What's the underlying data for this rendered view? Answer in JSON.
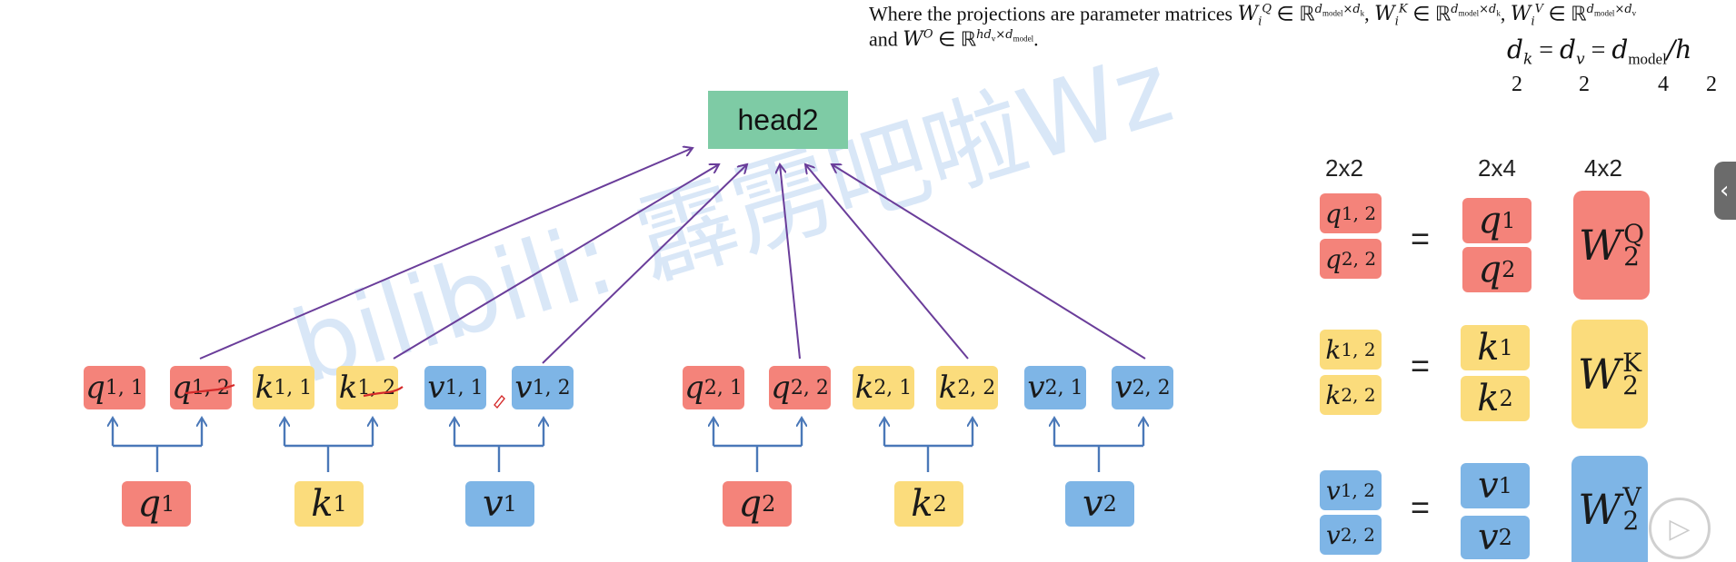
{
  "paper": {
    "line1_lead": "Where the projections are parameter matrices ",
    "line1_wq": "W",
    "line1_wq_sub": "i",
    "line1_wq_sup": "Q",
    "line1_in": " ∈ ℝ",
    "line1_dim_q": "d",
    "line1_dim_q_sub": "model",
    "line1_dim_q_tail": "×d",
    "line1_dim_q_tail_sub": "k",
    "line1_sep1": ", ",
    "line1_wk": "W",
    "line1_wk_sub": "i",
    "line1_wk_sup": "K",
    "line1_in2": " ∈ ℝ",
    "line1_dim_k": "d",
    "line1_dim_k_sub": "model",
    "line1_dim_k_tail": "×d",
    "line1_dim_k_tail_sub": "k",
    "line1_sep2": ", ",
    "line1_wv": "W",
    "line1_wv_sub": "i",
    "line1_wv_sup": "V",
    "line1_in3": " ∈ ℝ",
    "line1_dim_v": "d",
    "line1_dim_v_sub": "model",
    "line1_dim_v_tail": "×d",
    "line1_dim_v_tail_sub": "v",
    "line2_lead": "and ",
    "line2_wo": "W",
    "line2_wo_sup": "O",
    "line2_in": " ∈ ℝ",
    "line2_dim": "hd",
    "line2_dim_sub": "v",
    "line2_dim_tail": "×d",
    "line2_dim_tail_sub": "model",
    "line2_end": ".",
    "formula_dk": "d",
    "formula_dk_sub": "k",
    "formula_eq1": "=",
    "formula_dv": "d",
    "formula_dv_sub": "v",
    "formula_eq2": "=",
    "formula_dm": "d",
    "formula_dm_sub": "model",
    "formula_div": "/h",
    "val_dk": "2",
    "val_dv": "2",
    "val_dm": "4",
    "val_h": "2"
  },
  "head": {
    "label": "head2"
  },
  "watermark": "bilibili: 霹雳吧啦Wz",
  "colors": {
    "q": "#f4837a",
    "k": "#fbdc7c",
    "v": "#7eb5e6",
    "head": "#7ecba5",
    "arrow": "#6a3d9a",
    "split": "#4a78b8",
    "strike": "#d42a2a"
  },
  "split_labels": [
    {
      "base": "q",
      "sup": "1, 1"
    },
    {
      "base": "q",
      "sup": "1, 2"
    },
    {
      "base": "k",
      "sup": "1, 1"
    },
    {
      "base": "k",
      "sup": "1, 2"
    },
    {
      "base": "v",
      "sup": "1, 1"
    },
    {
      "base": "v",
      "sup": "1, 2"
    },
    {
      "base": "q",
      "sup": "2, 1"
    },
    {
      "base": "q",
      "sup": "2, 2"
    },
    {
      "base": "k",
      "sup": "2, 1"
    },
    {
      "base": "k",
      "sup": "2, 2"
    },
    {
      "base": "v",
      "sup": "2, 1"
    },
    {
      "base": "v",
      "sup": "2, 2"
    }
  ],
  "source_labels": [
    {
      "base": "q",
      "sup": "1"
    },
    {
      "base": "k",
      "sup": "1"
    },
    {
      "base": "v",
      "sup": "1"
    },
    {
      "base": "q",
      "sup": "2"
    },
    {
      "base": "k",
      "sup": "2"
    },
    {
      "base": "v",
      "sup": "2"
    }
  ],
  "right_panel": {
    "dims": [
      "2x2",
      "2x4",
      "4x2"
    ],
    "equals": "=",
    "rows": [
      {
        "left": [
          {
            "base": "q",
            "sup": "1, 2"
          },
          {
            "base": "q",
            "sup": "2, 2"
          }
        ],
        "mid": [
          {
            "base": "q",
            "sup": "1"
          },
          {
            "base": "q",
            "sup": "2"
          }
        ],
        "w": {
          "base": "W",
          "sup": "Q",
          "sub": "2"
        }
      },
      {
        "left": [
          {
            "base": "k",
            "sup": "1, 2"
          },
          {
            "base": "k",
            "sup": "2, 2"
          }
        ],
        "mid": [
          {
            "base": "k",
            "sup": "1"
          },
          {
            "base": "k",
            "sup": "2"
          }
        ],
        "w": {
          "base": "W",
          "sup": "K",
          "sub": "2"
        }
      },
      {
        "left": [
          {
            "base": "v",
            "sup": "1, 2"
          },
          {
            "base": "v",
            "sup": "2, 2"
          }
        ],
        "mid": [
          {
            "base": "v",
            "sup": "1"
          },
          {
            "base": "v",
            "sup": "2"
          }
        ],
        "w": {
          "base": "W",
          "sup": "V",
          "sub": "2"
        }
      }
    ]
  },
  "ui": {
    "side_tab_glyph": "‹",
    "play_glyph": "▷"
  }
}
